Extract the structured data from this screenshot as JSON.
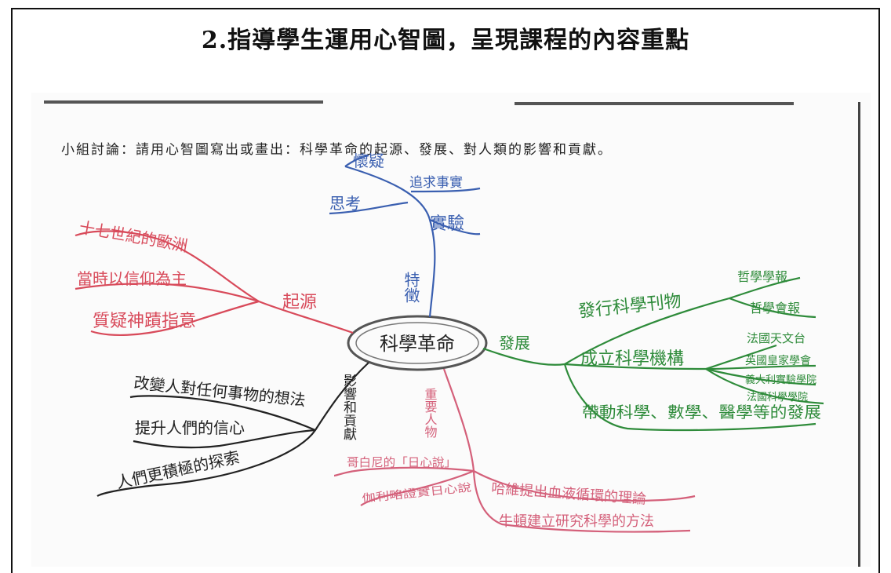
{
  "title": "2.指導學生運用心智圖，呈現課程的內容重點",
  "instruction": "小組討論：請用心智圖寫出或畫出：科學革命的起源、發展、對人類的影響和貢獻。",
  "center": "科學革命",
  "branches": {
    "blue": {
      "label": "特徵",
      "items": [
        "懷疑",
        "思考",
        "追求事實",
        "實驗"
      ]
    },
    "red": {
      "label": "起源",
      "items": [
        "十七世紀的歐洲",
        "當時以信仰為主",
        "質疑神蹟指意"
      ]
    },
    "green": {
      "label": "發展",
      "items": [
        "發行科學刊物",
        "哲學學報",
        "哲學會報",
        "成立科學機構",
        "法國天文台",
        "英國皇家學會",
        "義大利實驗學院",
        "法國科學學院",
        "帶動科學、數學、醫學等的發展"
      ]
    },
    "black": {
      "label": "影響和貢獻",
      "items": [
        "改變人對任何事物的想法",
        "提升人們的信心",
        "人們更積極的探索"
      ]
    },
    "pink": {
      "label": "重要人物",
      "items": [
        "哥白尼的「日心說」",
        "伽利略證實日心說",
        "哈維提出血液循環的理論",
        "牛頓建立研究科學的方法"
      ]
    }
  },
  "colors": {
    "blue": "#3a5fb0",
    "red": "#d84a5a",
    "green": "#2e8b3a",
    "black": "#222222",
    "pink": "#d4607a"
  }
}
